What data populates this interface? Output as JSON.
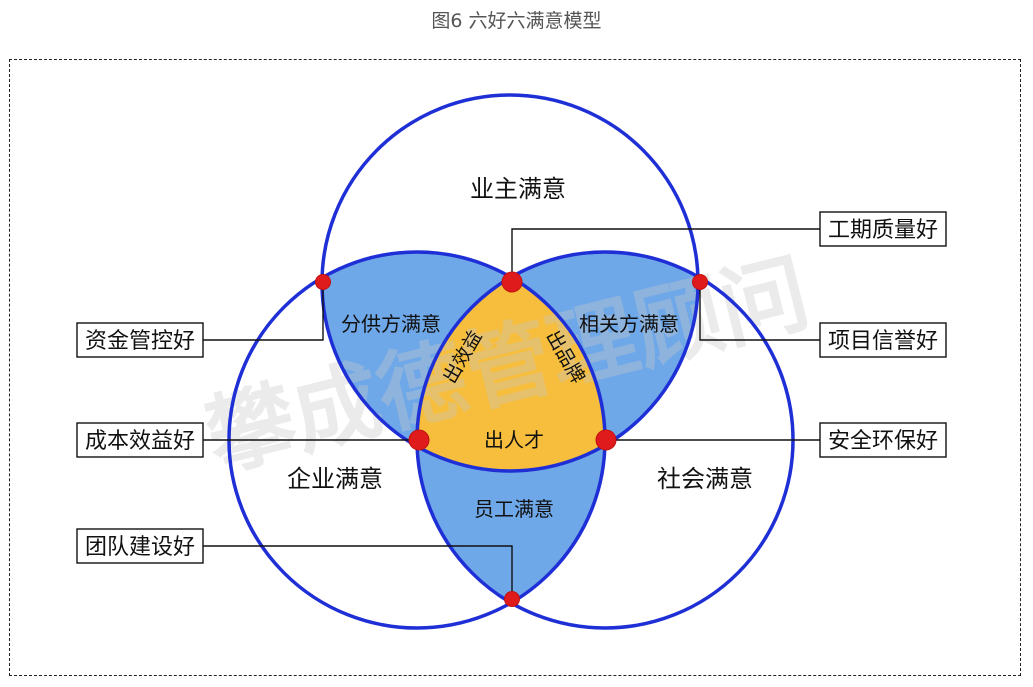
{
  "caption": "图6 六好六满意模型",
  "watermark": "攀成德管理顾问",
  "colors": {
    "circle_stroke": "#1f2fd6",
    "lens_fill": "#6fa8e8",
    "center_fill": "#f6be3c",
    "point_fill": "#e01b1b"
  },
  "circles": {
    "top": "业主满意",
    "left": "企业满意",
    "right": "社会满意"
  },
  "overlaps": {
    "top_left": "分供方满意",
    "top_right": "相关方满意",
    "bottom": "员工满意"
  },
  "center": {
    "left": "出效益",
    "right": "出品牌",
    "bottom": "出人才"
  },
  "boxes": {
    "gongqi": "工期质量好",
    "xiangmu": "项目信誉好",
    "anquan": "安全环保好",
    "zijin": "资金管控好",
    "chengben": "成本效益好",
    "tuandui": "团队建设好"
  }
}
